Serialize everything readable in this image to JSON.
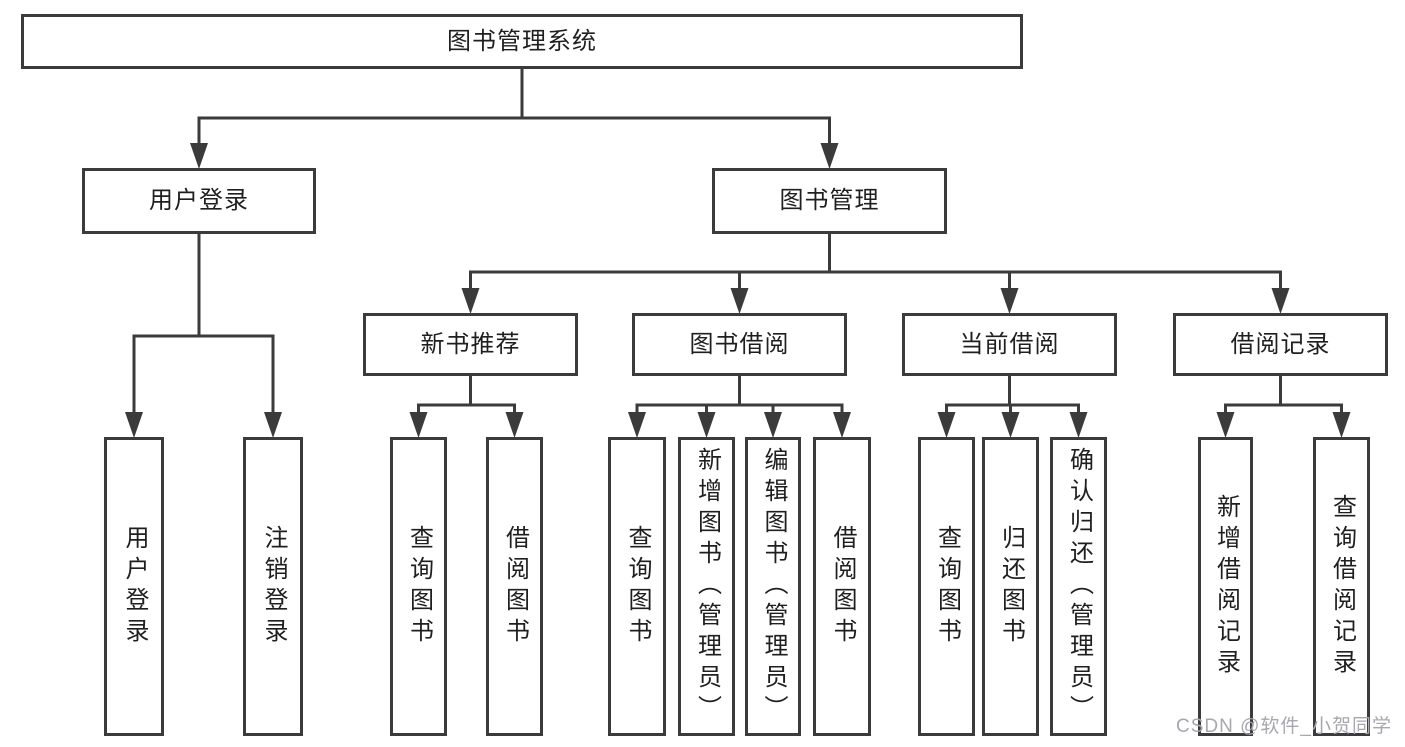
{
  "tree": {
    "label": "图书管理系统",
    "children": [
      {
        "label": "用户登录",
        "children": [
          {
            "label": "用户登录"
          },
          {
            "label": "注销登录"
          }
        ]
      },
      {
        "label": "图书管理",
        "children": [
          {
            "label": "新书推荐",
            "children": [
              {
                "label": "查询图书"
              },
              {
                "label": "借阅图书"
              }
            ]
          },
          {
            "label": "图书借阅",
            "children": [
              {
                "label": "查询图书"
              },
              {
                "label": "新增图书（管理员）"
              },
              {
                "label": "编辑图书（管理员）"
              },
              {
                "label": "借阅图书"
              }
            ]
          },
          {
            "label": "当前借阅",
            "children": [
              {
                "label": "查询图书"
              },
              {
                "label": "归还图书"
              },
              {
                "label": "确认归还（管理员）"
              }
            ]
          },
          {
            "label": "借阅记录",
            "children": [
              {
                "label": "新增借阅记录"
              },
              {
                "label": "查询借阅记录"
              }
            ]
          }
        ]
      }
    ]
  },
  "watermark": {
    "text": "CSDN @软件_小贺同学"
  },
  "colors": {
    "line": "#3b3b3b",
    "text": "#1f1f1f",
    "watermark": "#a7a7b0",
    "background": "#ffffff"
  }
}
